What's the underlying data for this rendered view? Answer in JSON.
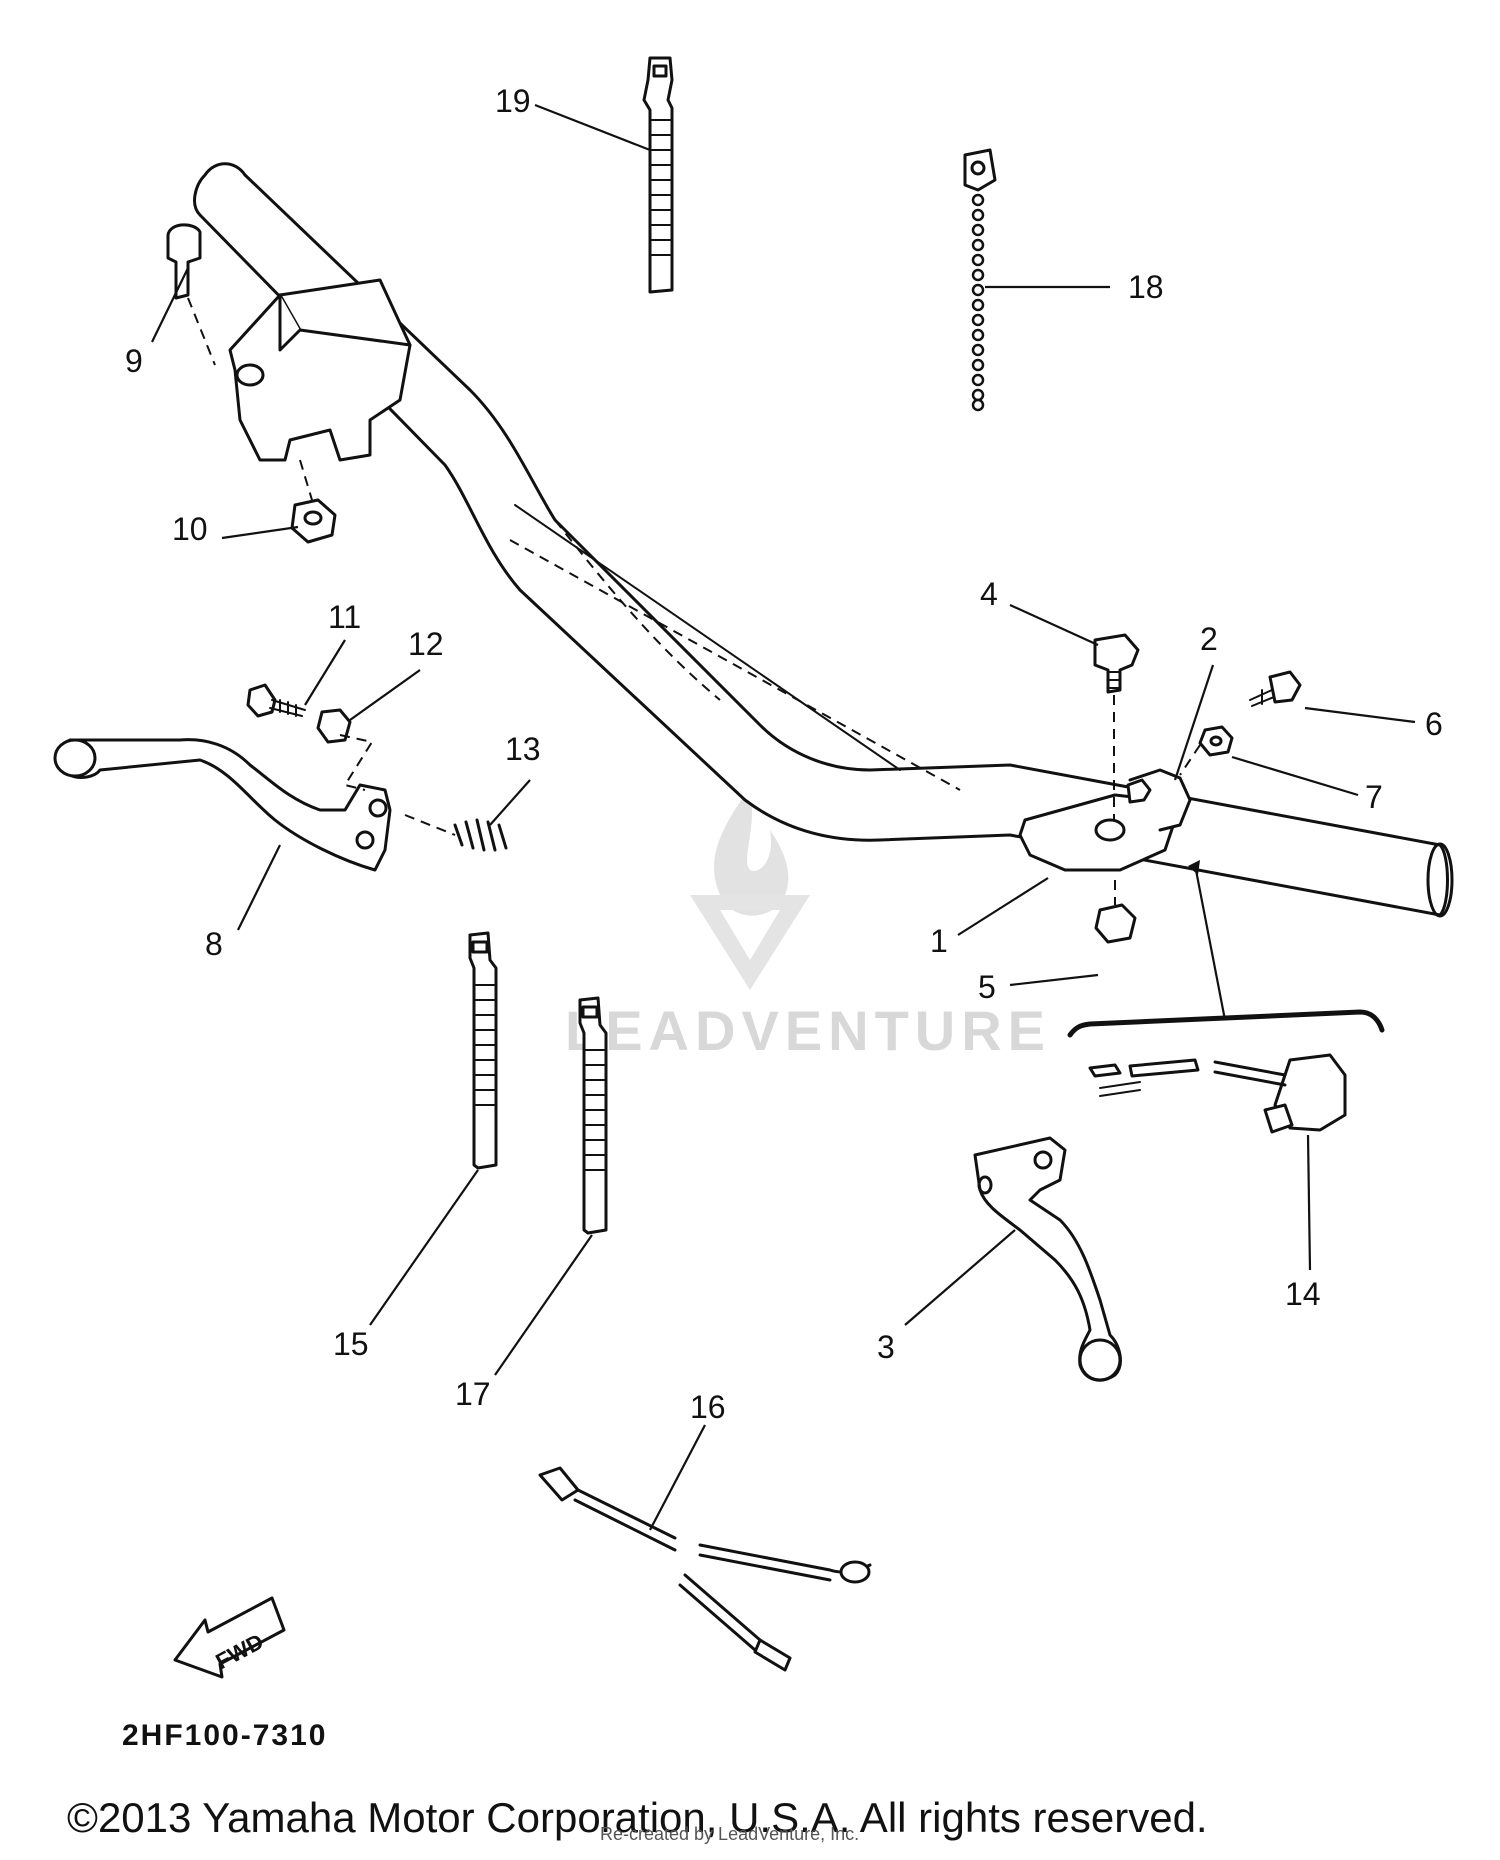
{
  "diagram": {
    "part_code": "2HF100-7310",
    "copyright": "©2013 Yamaha Motor Corporation, U.S.A. All rights reserved.",
    "watermark": {
      "brand": "LEADVENTURE",
      "fine_print": "Re-created by LeadVenture, Inc."
    },
    "direction_arrow_label": "FWD",
    "callouts": [
      {
        "id": "c1",
        "label": "1"
      },
      {
        "id": "c2",
        "label": "2"
      },
      {
        "id": "c3",
        "label": "3"
      },
      {
        "id": "c4",
        "label": "4"
      },
      {
        "id": "c5",
        "label": "5"
      },
      {
        "id": "c6",
        "label": "6"
      },
      {
        "id": "c7",
        "label": "7"
      },
      {
        "id": "c8",
        "label": "8"
      },
      {
        "id": "c9",
        "label": "9"
      },
      {
        "id": "c10",
        "label": "10"
      },
      {
        "id": "c11",
        "label": "11"
      },
      {
        "id": "c12",
        "label": "12"
      },
      {
        "id": "c13",
        "label": "13"
      },
      {
        "id": "c14",
        "label": "14"
      },
      {
        "id": "c15",
        "label": "15"
      },
      {
        "id": "c16",
        "label": "16"
      },
      {
        "id": "c17",
        "label": "17"
      },
      {
        "id": "c18",
        "label": "18"
      },
      {
        "id": "c19",
        "label": "19"
      }
    ]
  }
}
